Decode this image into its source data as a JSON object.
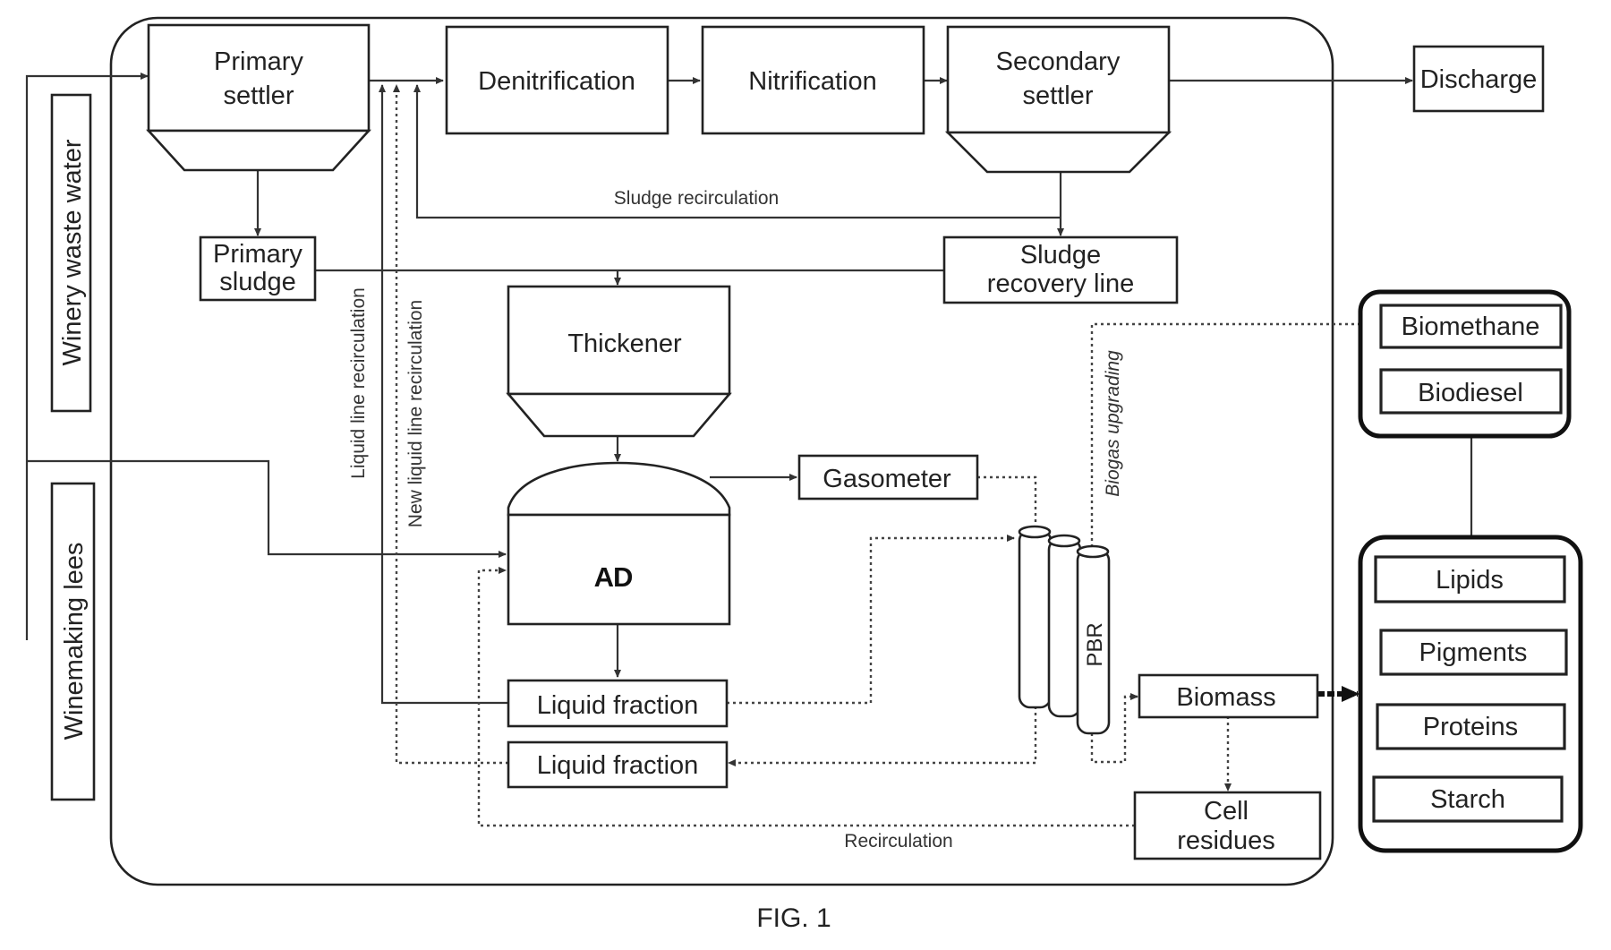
{
  "labels": {
    "primary_settler": [
      "Primary",
      "settler"
    ],
    "denitrification": "Denitrification",
    "nitrification": "Nitrification",
    "secondary_settler": [
      "Secondary",
      "settler"
    ],
    "discharge": "Discharge",
    "primary_sludge": [
      "Primary",
      "sludge"
    ],
    "sludge_recovery_line": [
      "Sludge",
      "recovery line"
    ],
    "thickener": "Thickener",
    "ad": "AD",
    "gasometer": "Gasometer",
    "pbr": "PBR",
    "biomass": "Biomass",
    "cell_residues": [
      "Cell",
      "residues"
    ],
    "liquid_fraction_1": "Liquid fraction",
    "liquid_fraction_2": "Liquid fraction",
    "biomethane": "Biomethane",
    "biodiesel": "Biodiesel",
    "lipids": "Lipids",
    "pigments": "Pigments",
    "proteins": "Proteins",
    "starch": "Starch",
    "winery_waste_water": "Winery waste water",
    "winemaking_lees": "Winemaking lees"
  },
  "flow_labels": {
    "sludge_recirculation": "Sludge recirculation",
    "liquid_line_recirculation": "Liquid line recirculation",
    "new_liquid_line_recirculation": "New liquid line recirculation",
    "biogas_upgrading": "Biogas upgrading",
    "recirculation": "Recirculation"
  },
  "caption": "FIG. 1"
}
